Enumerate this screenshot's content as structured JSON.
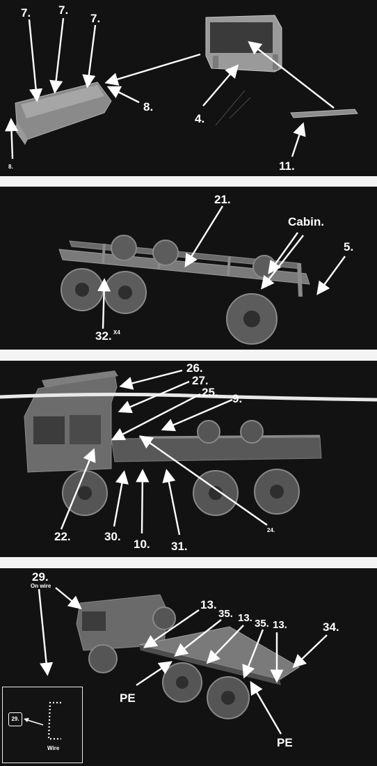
{
  "panel1": {
    "labels": {
      "l7a": "7.",
      "l7b": "7.",
      "l7c": "7.",
      "l8a": "8.",
      "l8b": "8.",
      "l4": "4.",
      "l11": "11."
    }
  },
  "panel2": {
    "labels": {
      "l21": "21.",
      "cabin": "Cabin.",
      "l5": "5.",
      "l32": "32.",
      "x4": "X4"
    }
  },
  "panel3": {
    "labels": {
      "l26": "26.",
      "l27": "27.",
      "l25": "25.",
      "l9": "9.",
      "l22": "22.",
      "l30": "30.",
      "l10": "10.",
      "l31": "31.",
      "l24": "24."
    }
  },
  "panel4": {
    "labels": {
      "l29": "29.",
      "onwire": "On wire",
      "l13a": "13.",
      "l35a": "35.",
      "l13b": "13.",
      "l35b": "35.",
      "l13c": "13.",
      "l34": "34.",
      "pe1": "PE",
      "pe2": "PE",
      "inset29": "29.",
      "wire": "Wire"
    }
  },
  "colors": {
    "background": "#121212",
    "model": "#6e6e6e",
    "arrow": "#ffffff"
  }
}
